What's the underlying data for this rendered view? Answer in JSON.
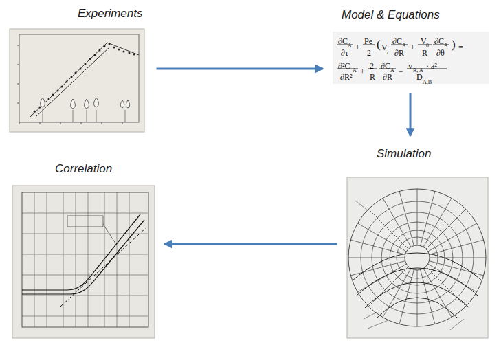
{
  "diagram": {
    "nodes": [
      {
        "text": [
          "Experiments"
        ]
      },
      {
        "text": [
          "Model & Equations"
        ]
      },
      {
        "text": [
          "Simulation"
        ]
      },
      {
        "text": [
          "Correlation"
        ]
      }
    ],
    "edges": [
      {
        "from": 0,
        "to": 1,
        "arrow": "to"
      },
      {
        "from": 1,
        "to": 2,
        "arrow": "to"
      },
      {
        "from": 2,
        "to": 3,
        "arrow": "to"
      }
    ],
    "labels": [
      "∂C",
      "A",
      "∂τ",
      "+",
      "Pe",
      "2",
      "(",
      "V",
      "r",
      "∂C",
      "A",
      "∂R",
      "+",
      "V",
      "θ",
      "R",
      "∂C",
      "A",
      "∂θ",
      ")",
      "=",
      "∂²C",
      "A",
      "∂R²",
      "+",
      "2",
      "R",
      "∂C",
      "A",
      "∂R",
      "−",
      "v",
      "R, A",
      "· a²",
      "D",
      "A,B"
    ]
  }
}
